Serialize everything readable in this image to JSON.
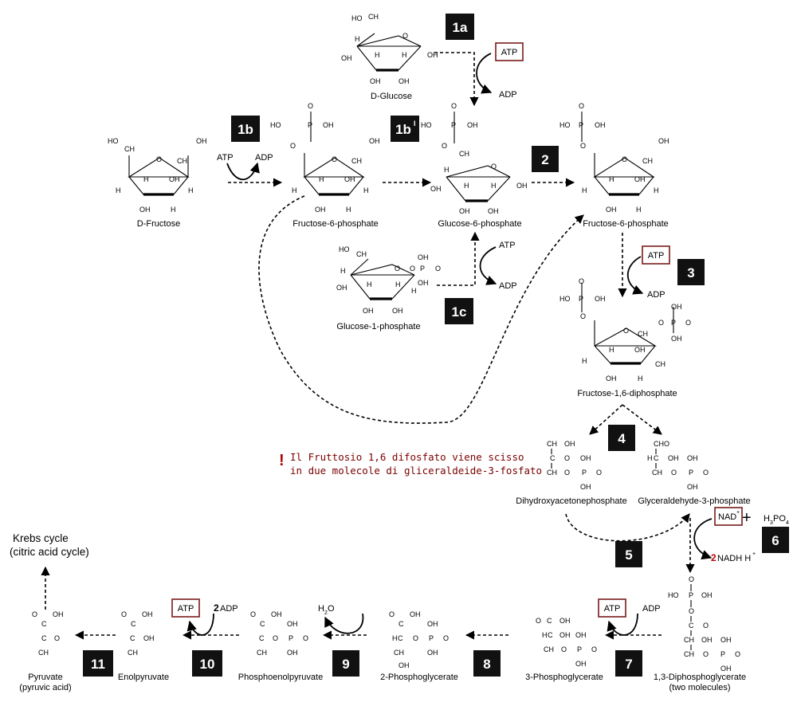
{
  "badges": {
    "s1a": "1a",
    "s1b": "1b",
    "s1b_prime": "1b",
    "s1b_prime_sup": "I",
    "s1c": "1c",
    "s2": "2",
    "s3": "3",
    "s4": "4",
    "s5": "5",
    "s6": "6",
    "s7": "7",
    "s8": "8",
    "s9": "9",
    "s10": "10",
    "s11": "11"
  },
  "compounds": {
    "d_glucose": "D-Glucose",
    "d_fructose": "D-Fructose",
    "fructose_6_phosphate_left": "Fructose-6-phosphate",
    "glucose_6_phosphate": "Glucose-6-phosphate",
    "fructose_6_phosphate_right": "Fructose-6-phosphate",
    "glucose_1_phosphate": "Glucose-1-phosphate",
    "fructose_1_6_diphosphate": "Fructose-1,6-diphosphate",
    "dihydroxyacetonephosphate": "Dihydroxyacetonephosphate",
    "glyceraldehyde_3_phosphate": "Glyceraldehyde-3-phosphate",
    "diphosphoglycerate_13": "1,3-Diphosphoglycerate",
    "diphosphoglycerate_13_note": "(two molecules)",
    "phosphoglycerate_3": "3-Phosphoglycerate",
    "phosphoglycerate_2": "2-Phosphoglycerate",
    "phosphoenolpyruvate": "Phosphoenolpyruvate",
    "enolpyruvate": "Enolpyruvate",
    "pyruvate": "Pyruvate",
    "pyruvate_note": "(pyruvic acid)",
    "krebs_line1": "Krebs cycle",
    "krebs_line2": "(citric acid cycle)"
  },
  "cofactors": {
    "atp": "ATP",
    "adp": "ADP",
    "two_adp_num": "2",
    "two_nadh_num": "2",
    "nadh_text": "NADH H",
    "nadh_sup": "+",
    "nad_text": "NAD",
    "nad_sup": "+",
    "plus": "+",
    "h3po4_h": "H",
    "h3po4_3": "3",
    "h3po4_po": "PO",
    "h3po4_4": "4",
    "h2o_h": "H",
    "h2o_2": "2",
    "h2o_o": "O"
  },
  "note": {
    "mark": "!",
    "line1": "Il Fruttosio 1,6 difosfato viene scisso",
    "line2": "in due molecole di gliceraldeide-3-fosfato"
  },
  "atoms": {
    "H": "H",
    "OH": "OH",
    "O": "O",
    "P": "P",
    "HO": "HO",
    "CH3": "CH",
    "sub2": "2",
    "sub3": "3",
    "CHO": "CHO",
    "CH": "CH",
    "C": "C"
  },
  "colors": {
    "badge_bg": "#111111",
    "accent_red": "#7a1a1a",
    "note_red": "#7a0000"
  }
}
